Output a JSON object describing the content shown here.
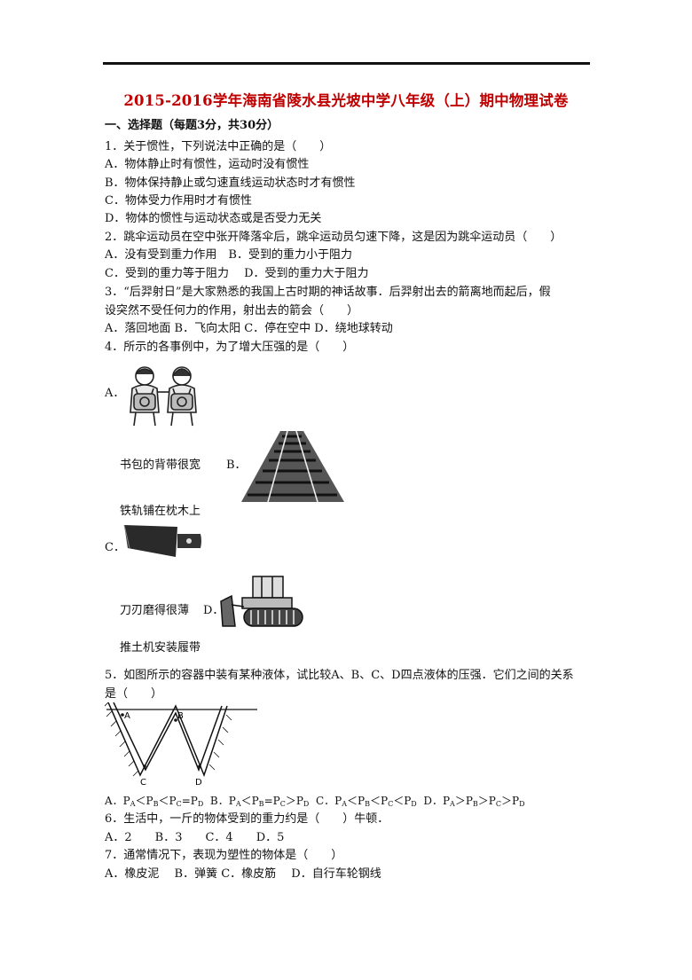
{
  "title": "2015-2016学年海南省陵水县光坡中学八年级（上）期中物理试卷",
  "section": "一、选择题（每题3分，共30分）",
  "q1": {
    "stem": "1．关于惯性，下列说法中正确的是（　　）",
    "a": "A．物体静止时有惯性，运动时没有惯性",
    "b": "B．物体保持静止或匀速直线运动状态时才有惯性",
    "c": "C．物体受力作用时才有惯性",
    "d": "D．物体的惯性与运动状态或是否受力无关"
  },
  "q2": {
    "stem": "2．跳伞运动员在空中张开降落伞后，跳伞运动员匀速下降，这是因为跳伞运动员（　　）",
    "ab": "A．没有受到重力作用　B．受到的重力小于阻力",
    "cd": "C．受到的重力等于阻力　 D．受到的重力大于阻力"
  },
  "q3": {
    "stem1": "3．“后羿射日”是大家熟悉的我国上古时期的神话故事．后羿射出去的箭离地而起后，假",
    "stem2": "设突然不受任何力的作用，射出去的箭会（　　）",
    "opts": "A．落回地面 B．飞向太阳 C．停在空中 D．绕地球转动"
  },
  "q4": {
    "stem": "4．所示的各事例中，为了增大压强的是（　　）",
    "a_label": "A．",
    "a_caption": "书包的背带很宽",
    "b_label": "B．",
    "b_caption": "铁轨铺在枕木上",
    "c_label": "C．",
    "c_caption": "刀刃磨得很薄",
    "d_label": "D．",
    "d_caption": "推土机安装履带"
  },
  "q5": {
    "stem1": "5．如图所示的容器中装有某种液体，试比较A、B、C、D四点液体的压强．它们之间的关系",
    "stem2": "是（　　）",
    "fig_labels": [
      "A",
      "B",
      "C",
      "D"
    ],
    "opt_a": "A．P",
    "opt_b": "B．P",
    "opt_c": "C．P",
    "opt_d": "D．P"
  },
  "q6": {
    "stem": "6．生活中，一斤的物体受到的重力约是（　　）牛顿．",
    "opts": "A．2　　B．3　　C．4　　D．5"
  },
  "q7": {
    "stem": "7．通常情况下，表现为塑性的物体是（　　）",
    "opts": "A．橡皮泥　 B．弹簧 C．橡皮筋　 D．自行车轮钢线"
  }
}
